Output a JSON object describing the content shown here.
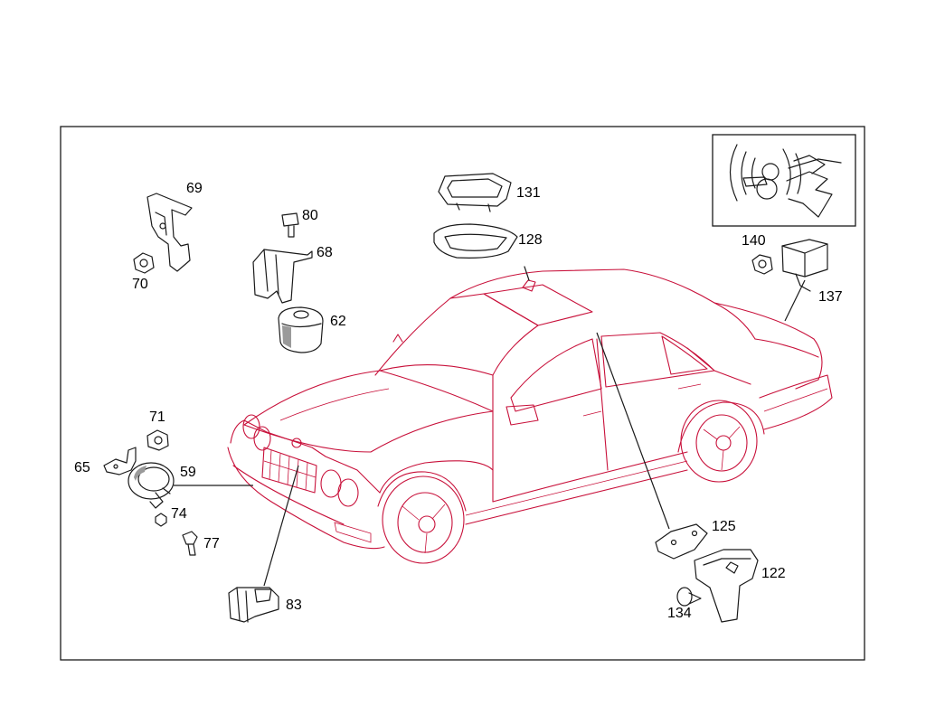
{
  "colors": {
    "frame": "#1a1a1a",
    "vehicle": "#c8103a",
    "parts": "#1a1a1a"
  },
  "callouts": {
    "p69": "69",
    "p70": "70",
    "p80": "80",
    "p68": "68",
    "p62": "62",
    "p131": "131",
    "p128": "128",
    "p140": "140",
    "p137": "137",
    "p71": "71",
    "p65": "65",
    "p59": "59",
    "p74": "74",
    "p77": "77",
    "p83": "83",
    "p125": "125",
    "p122": "122",
    "p134": "134"
  },
  "icons": {
    "inset": "vehicle-detail-inset-icon"
  }
}
